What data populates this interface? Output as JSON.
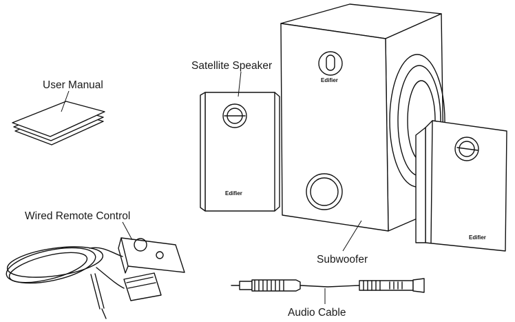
{
  "labels": {
    "user_manual": "User Manual",
    "satellite_speaker": "Satellite Speaker",
    "subwoofer": "Subwoofer",
    "wired_remote_control": "Wired Remote Control",
    "audio_cable": "Audio Cable"
  },
  "branding": {
    "left_speaker": "Edifier",
    "right_speaker": "Edifier",
    "subwoofer": "Edifier"
  }
}
